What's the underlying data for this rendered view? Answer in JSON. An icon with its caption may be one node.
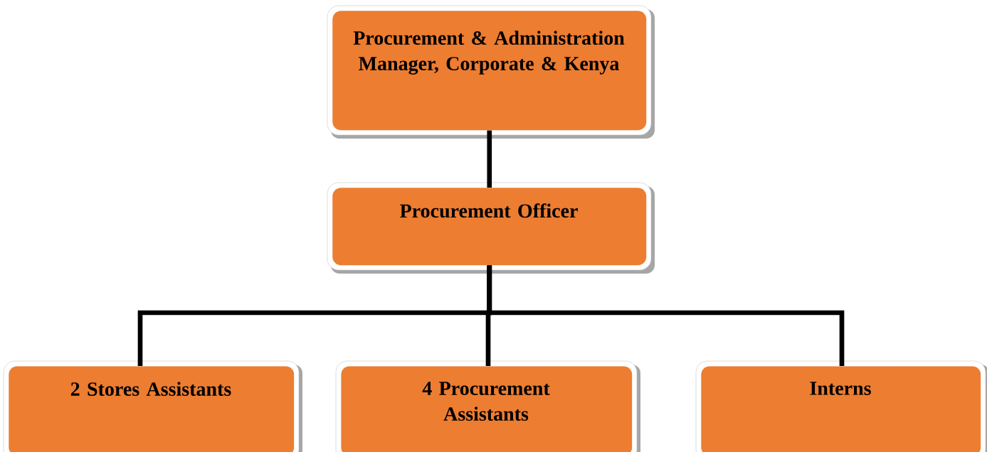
{
  "diagram": {
    "nodes": [
      {
        "text": [
          "Procurement & Administration Manager, Corporate & Kenya"
        ]
      },
      {
        "text": [
          "Procurement Officer"
        ]
      },
      {
        "text": [
          "2 Stores Assistants"
        ]
      },
      {
        "text": [
          "4 Procurement Assistants"
        ]
      },
      {
        "text": [
          "Interns"
        ]
      }
    ],
    "edges": [
      {
        "from": 0,
        "to": 1,
        "arrow": "none"
      },
      {
        "from": 1,
        "to": 2,
        "arrow": "none"
      },
      {
        "from": 1,
        "to": 3,
        "arrow": "none"
      },
      {
        "from": 1,
        "to": 4,
        "arrow": "none"
      }
    ]
  }
}
